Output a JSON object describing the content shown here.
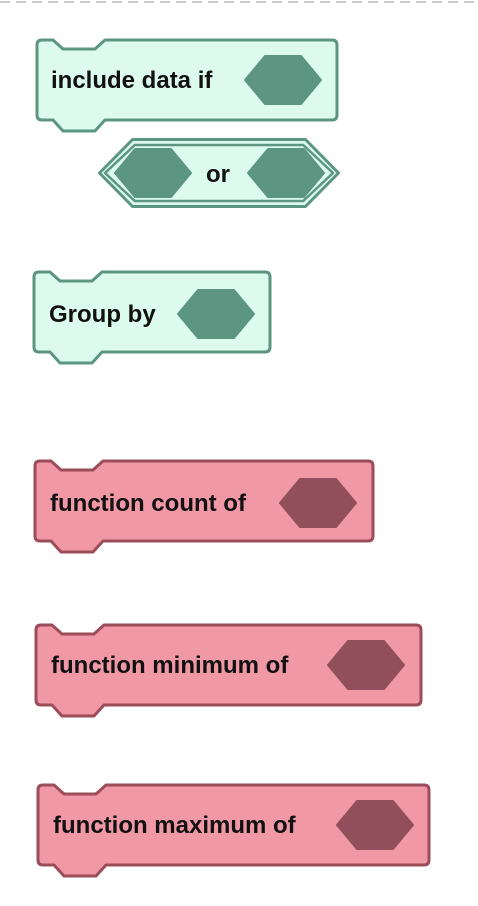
{
  "colors": {
    "filter_fill": "#ddfaef",
    "filter_stroke": "#5d9583",
    "filter_slot": "#5d9583",
    "function_fill": "#f198a6",
    "function_stroke": "#9b4d5a",
    "function_slot": "#914f5b",
    "topline": "#cccccc"
  },
  "palette": {
    "include_block": {
      "label": "include data if",
      "slot_icon": "hexagon-slot-icon"
    },
    "or_block": {
      "label": "or",
      "slot_icons": [
        "hexagon-slot-icon",
        "hexagon-slot-icon"
      ]
    },
    "group_block": {
      "label": "Group by",
      "slot_icon": "hexagon-slot-icon"
    },
    "count_block": {
      "label": "function count of",
      "slot_icon": "hexagon-slot-icon"
    },
    "minimum_block": {
      "label": "function minimum of",
      "slot_icon": "hexagon-slot-icon"
    },
    "maximum_block": {
      "label": "function maximum of",
      "slot_icon": "hexagon-slot-icon"
    }
  }
}
